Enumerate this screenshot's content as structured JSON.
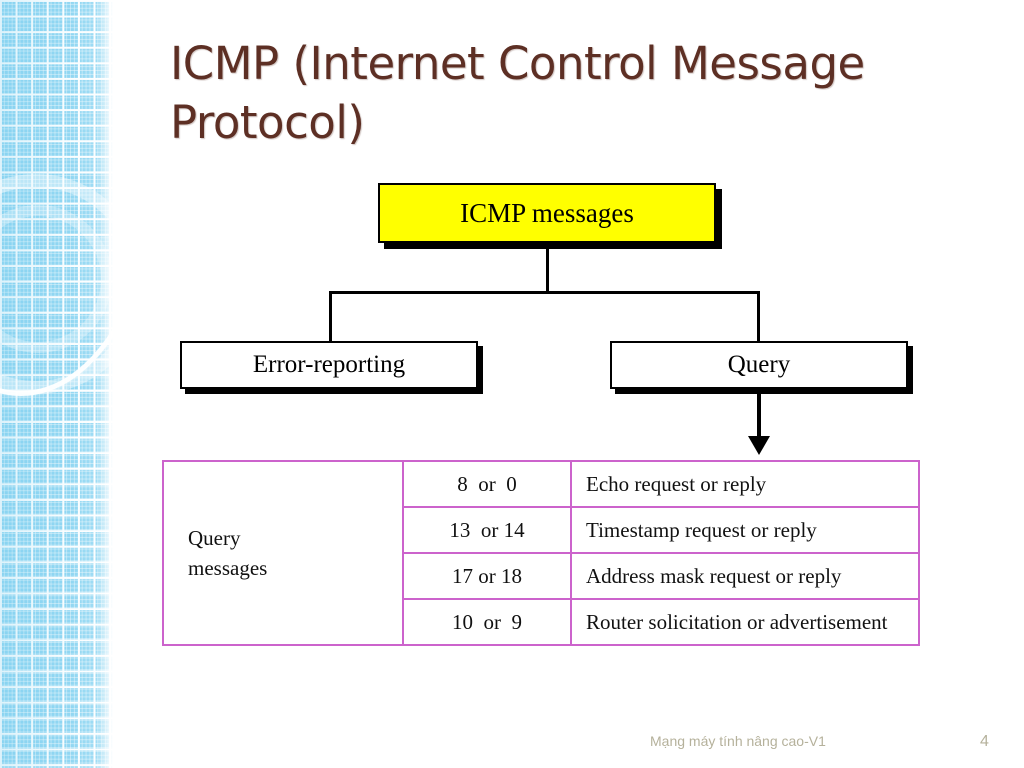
{
  "slide": {
    "title": "ICMP (Internet Control Message Protocol)",
    "title_color": "#5d2f24",
    "background_color": "#ffffff"
  },
  "sidebar": {
    "style": "blue-grid-pattern-with-rings",
    "base_color": "#8fd6f2",
    "grid_line_color": "#ffffff"
  },
  "diagram": {
    "root": {
      "label": "ICMP messages",
      "fill": "#ffff00",
      "border": "#000000"
    },
    "children": [
      {
        "label": "Error-reporting",
        "fill": "#ffffff",
        "border": "#000000"
      },
      {
        "label": "Query",
        "fill": "#ffffff",
        "border": "#000000"
      }
    ],
    "arrow_from": "Query",
    "arrow_to": "query-messages-table"
  },
  "table": {
    "border_color": "#cc63cc",
    "row_label": "Query\nmessages",
    "row_label_line1": "Query",
    "row_label_line2": "messages",
    "rows": [
      {
        "code": "8  or  0",
        "description": "Echo request or reply"
      },
      {
        "code": "13  or 14",
        "description": "Timestamp request or reply"
      },
      {
        "code": "17 or 18",
        "description": "Address mask request or reply"
      },
      {
        "code": "10  or  9",
        "description": "Router solicitation or advertisement"
      }
    ]
  },
  "footer": {
    "text": "Mạng máy tính nâng cao-V1",
    "page_number": "4"
  }
}
